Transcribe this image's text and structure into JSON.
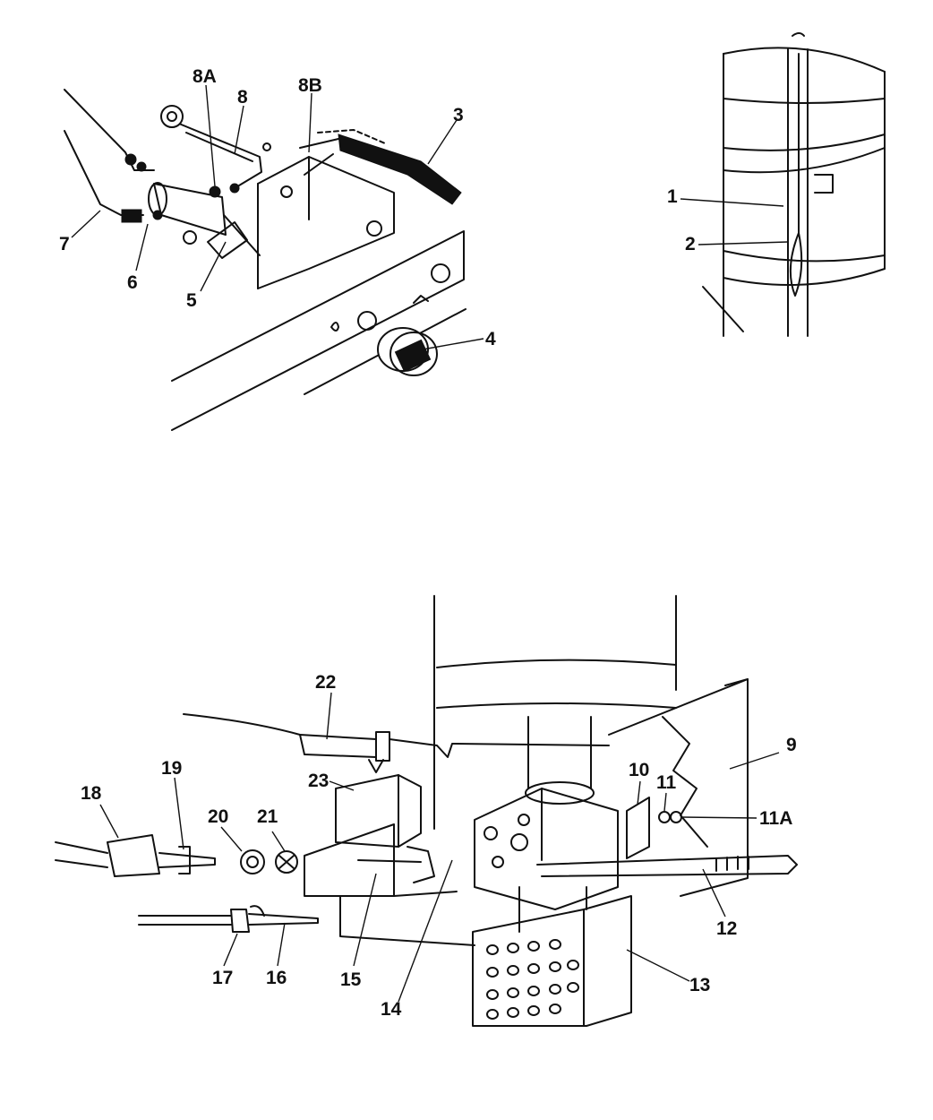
{
  "callouts": {
    "p1": "1",
    "p2": "2",
    "p3": "3",
    "p4": "4",
    "p5": "5",
    "p6": "6",
    "p7": "7",
    "p8": "8",
    "p8A": "8A",
    "p8B": "8B",
    "p9": "9",
    "p10": "10",
    "p11": "11",
    "p11A": "11A",
    "p12": "12",
    "p13": "13",
    "p14": "14",
    "p15": "15",
    "p16": "16",
    "p17": "17",
    "p18": "18",
    "p19": "19",
    "p20": "20",
    "p21": "21",
    "p22": "22",
    "p23": "23"
  }
}
